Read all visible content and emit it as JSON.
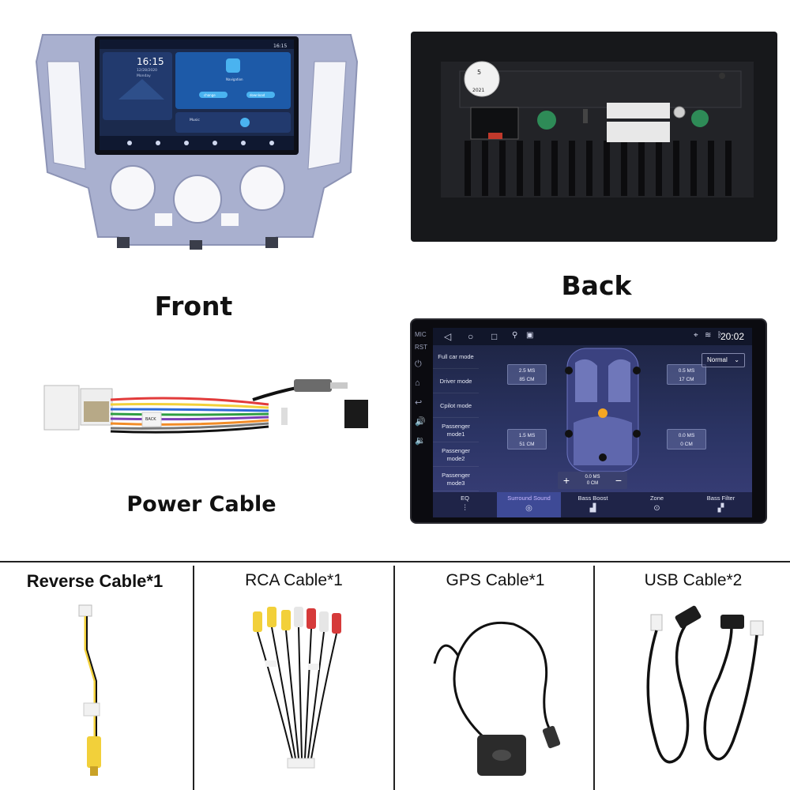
{
  "labels": {
    "front": "Front",
    "back": "Back",
    "power_cable": "Power Cable"
  },
  "front_screen": {
    "time": "16:15",
    "date": "12/28/2020",
    "day": "Monday",
    "status_time": "16:15",
    "app_name": "Navigation",
    "btn_change": "change",
    "btn_download": "download",
    "music_label": "Music"
  },
  "back_panel": {
    "sticker_year": "2021",
    "sticker_number": "5"
  },
  "power_cable": {
    "tag": "BACK"
  },
  "sound_screen": {
    "status_time": "20:02",
    "side_icons": [
      "MIC",
      "RST"
    ],
    "modes": [
      "Full car mode",
      "Driver mode",
      "Cpilot mode",
      "Passenger mode1",
      "Passenger mode2",
      "Passenger mode3"
    ],
    "delays": [
      {
        "ms": "2.5 MS",
        "cm": "85 CM"
      },
      {
        "ms": "0.5 MS",
        "cm": "17 CM"
      },
      {
        "ms": "1.5 MS",
        "cm": "51 CM"
      },
      {
        "ms": "0.0 MS",
        "cm": "0 CM"
      }
    ],
    "stepper": {
      "ms": "0.0 MS",
      "cm": "0 CM",
      "plus": "+",
      "minus": "−"
    },
    "preset": "Normal",
    "tabs": [
      "EQ",
      "Surround Sound",
      "Bass Boost",
      "Zone",
      "Bass Filter"
    ],
    "active_tab": "Surround Sound"
  },
  "accessories": [
    {
      "label": "Reverse Cable*1"
    },
    {
      "label": "RCA Cable*1"
    },
    {
      "label": "GPS Cable*1"
    },
    {
      "label": "USB Cable*2"
    }
  ],
  "colors": {
    "bezel": "#a9b0cf",
    "screen_bg": "#2b3464",
    "active_tab": "#3e4a96",
    "accent_orange": "#f5a623"
  }
}
